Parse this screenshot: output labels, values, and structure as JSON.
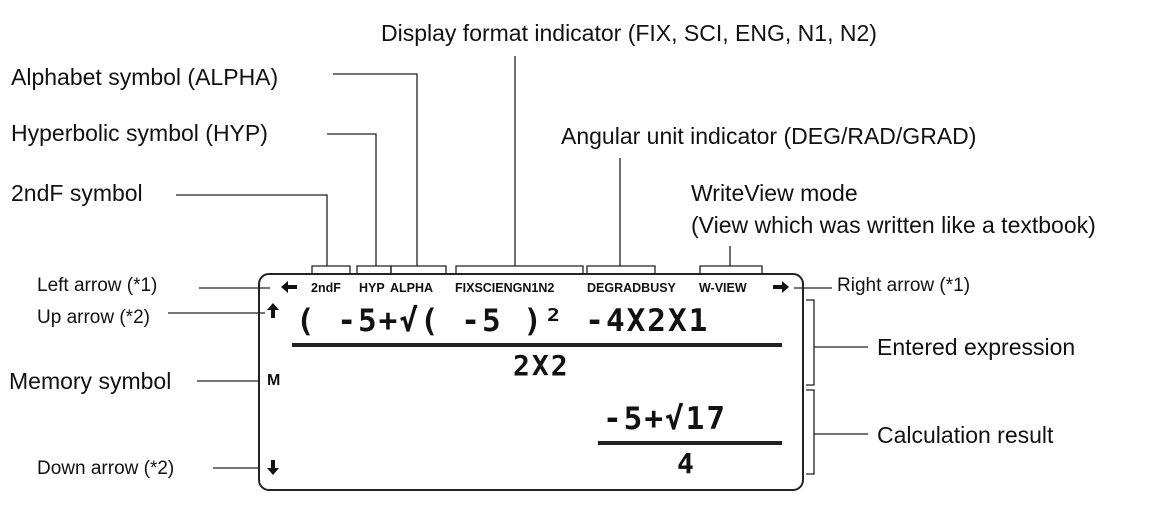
{
  "labels": {
    "display_format": "Display format indicator (FIX, SCI, ENG, N1, N2)",
    "alphabet": "Alphabet symbol (ALPHA)",
    "hyperbolic": "Hyperbolic symbol (HYP)",
    "angular": "Angular unit indicator (DEG/RAD/GRAD)",
    "secondf": "2ndF symbol",
    "writeview_1": "WriteView mode",
    "writeview_2": "(View which was written like a textbook)",
    "left_arrow": "Left arrow (*1)",
    "right_arrow": "Right arrow (*1)",
    "up_arrow": "Up arrow (*2)",
    "down_arrow": "Down arrow (*2)",
    "memory": "Memory symbol",
    "entered": "Entered expression",
    "result": "Calculation result"
  },
  "indicators": {
    "secondf": "2ndF",
    "hyp": "HYP",
    "alpha": "ALPHA",
    "fmt": "FIXSCIENGN1N2",
    "angle": "DEGRADBUSY",
    "wview": "W-VIEW",
    "memory": "M"
  },
  "display": {
    "expr_main": "( -5+√( -5 )² -4X2X1",
    "expr_den": "2X2",
    "res_num": "-5+√17",
    "res_den": "4"
  },
  "icons": {
    "left": "left-arrow-icon",
    "right": "right-arrow-icon",
    "up": "up-arrow-icon",
    "down": "down-arrow-icon"
  }
}
